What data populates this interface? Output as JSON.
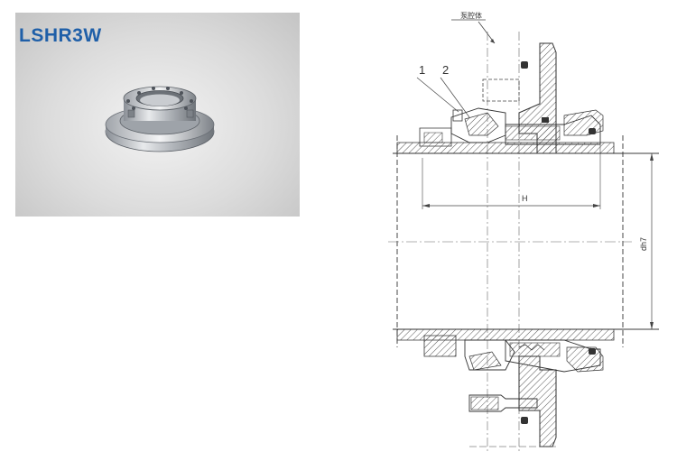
{
  "product": {
    "model": "LSHR3W"
  },
  "drawing": {
    "pump_cavity_label": "泵腔体",
    "part_numbers": [
      "1",
      "2"
    ],
    "dim_length": "H",
    "dim_diameter": "dh7"
  },
  "colors": {
    "title_blue": "#1f5fa8",
    "line": "#444444",
    "hatch": "#555555"
  }
}
